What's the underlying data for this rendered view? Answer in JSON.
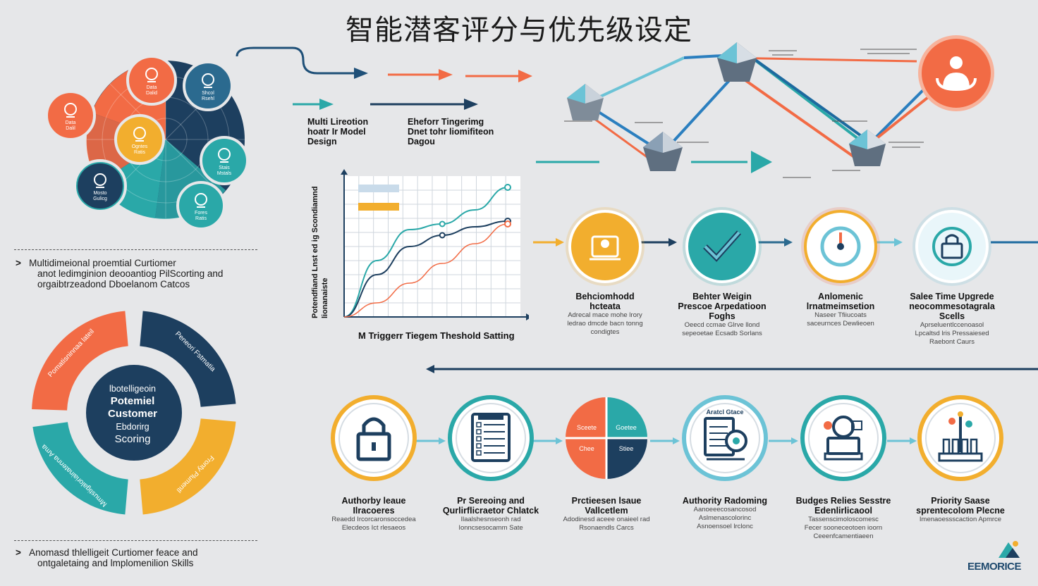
{
  "title": "智能潜客评分与优先级设定",
  "colors": {
    "orange": "#f26b45",
    "teal": "#2aa8a8",
    "navy": "#1d3f5f",
    "blue": "#2b6a8f",
    "yellow": "#f2ae2e",
    "lightblue": "#6cc3d6"
  },
  "top_flow": {
    "label_1": [
      "Multi Lireotion",
      "hoatr Ir Model",
      "Design"
    ],
    "label_2": [
      "Eheforr Tingerimg",
      "Dnet tohr liomifiteon",
      "Dagou"
    ]
  },
  "wheel_nodes": [
    {
      "icon": "person-icon",
      "text": [
        "Data",
        "Dalid"
      ]
    },
    {
      "icon": "analytics-icon",
      "text": [
        "Shcol",
        "Rsehl"
      ]
    },
    {
      "icon": "cloud-icon",
      "text": [
        "Stais",
        "Mstals"
      ]
    },
    {
      "icon": "users-icon",
      "text": [
        "Fores",
        "Ratis"
      ]
    },
    {
      "icon": "chart-icon",
      "text": [
        "Mosto",
        "Gulicg"
      ]
    },
    {
      "icon": "database-icon",
      "text": [
        "Data",
        "Dalil"
      ]
    },
    {
      "icon": "target-icon",
      "text": [
        "Ogntes",
        "Ratis"
      ]
    }
  ],
  "notes": {
    "note_1": [
      "Multidimeional proemtial Curtiomer",
      "anot ledimginion deooantiog PilScorting and",
      "orgaibtrzeadond Dboelanom Catcos"
    ],
    "note_2": [
      "Anomasd thlelligeit Curtiomer feace and",
      "ontgaletaing and lmplomenilion Skills"
    ]
  },
  "chart_data": {
    "type": "line",
    "title": "",
    "xlabel": "M  Triggerr Tiegem Theshold Satting",
    "ylabel": "Potendfiand Lnst ed ig Scondiamnd lionanaiste",
    "legend_entries": [
      "",
      ""
    ],
    "series": [
      {
        "values": [
          0,
          40,
          62,
          66,
          76,
          92
        ]
      },
      {
        "values": [
          0,
          30,
          50,
          58,
          64,
          68
        ]
      },
      {
        "values": [
          0,
          10,
          24,
          38,
          52,
          66
        ]
      }
    ],
    "x": [
      0,
      1,
      2,
      3,
      4,
      5
    ],
    "ylim": [
      0,
      100
    ],
    "grid": true
  },
  "mid_flow": [
    {
      "icon": "briefcase-icon",
      "title": [
        "Behciomhodd",
        "hcteata"
      ],
      "desc": [
        "Adrecal mace mohe lrory",
        "ledrao dmcde bacn tonng",
        "condigtes"
      ]
    },
    {
      "icon": "checkmark-icon",
      "title": [
        "Behter Weigin",
        "Prescoe Arpedatioon",
        "Foghs"
      ],
      "desc": [
        "Oeecd ccmae Glrve llond",
        "sepeoetae Ecsadb Sorlans"
      ]
    },
    {
      "icon": "gauge-icon",
      "title": [
        "Anlomenic",
        "lrnatmeimsetion"
      ],
      "desc": [
        "Naseer Tfiiucoats",
        "saceurnces Dewlieoen"
      ]
    },
    {
      "icon": "lock-badge-icon",
      "title": [
        "Salee Time Upgrede",
        "neocommesotagrala",
        "Scells"
      ],
      "desc": [
        "Aprseluentlccenoasol",
        "Lpcaltsd  lris Pressaiesed",
        "Raebont  Caurs"
      ]
    }
  ],
  "donut": {
    "center": [
      "lbotelligeoin",
      "Potemiel",
      "Customer",
      "Ebdorirg",
      "Scoring"
    ],
    "segments": [
      "Pomatisninnaa lateil",
      "Peneori Fstmatia",
      "Fronty Plumentl",
      "Mmustigaloriainatenna Ama"
    ]
  },
  "bottom_flow": [
    {
      "icon": "lock-icon",
      "title": [
        "Authorby leaue",
        "Ilracoeres"
      ],
      "desc": [
        "Reaedd Ircorcaronsoccedea",
        "Elecdeos Ict rlesaeos"
      ]
    },
    {
      "icon": "checklist-icon",
      "title": [
        "Pr Sereoing and",
        "Qurlirflicraetor Chlatck"
      ],
      "desc": [
        "Ilaalshesnseonh rad",
        "Ionncsesocamm Sate"
      ]
    },
    {
      "icon": "quadrant-icon",
      "title": [
        "Prctieesen lsaue",
        "Vallcetlem"
      ],
      "desc": [
        "Adodinesd aceee onaieel rad",
        "Rsonaendls Carcs"
      ],
      "quadrants": [
        "Sceete",
        "Goetee",
        "Chee",
        "Stiee"
      ]
    },
    {
      "icon": "document-icon",
      "title": [
        "Authority Radoming",
        ""
      ],
      "desc": [
        "Aanoeeecosancosod",
        "Aslmenascolorinc",
        "Asnoensoel lrclonc"
      ],
      "top_label": "Aratcl Gtace"
    },
    {
      "icon": "team-icon",
      "title": [
        "Budges Relies Sesstre",
        "Edenlirlicaool"
      ],
      "desc": [
        "Tassenscimoloscomesc",
        "Fecer sooneceotoen ioorn",
        "Ceeenfcamentiaeen"
      ]
    },
    {
      "icon": "growth-icon",
      "title": [
        "Priority Saase",
        "sprentecolom Plecne"
      ],
      "desc": [
        "Imenaoessscaction  Apmrce"
      ]
    }
  ],
  "brand": "EEMORICE"
}
